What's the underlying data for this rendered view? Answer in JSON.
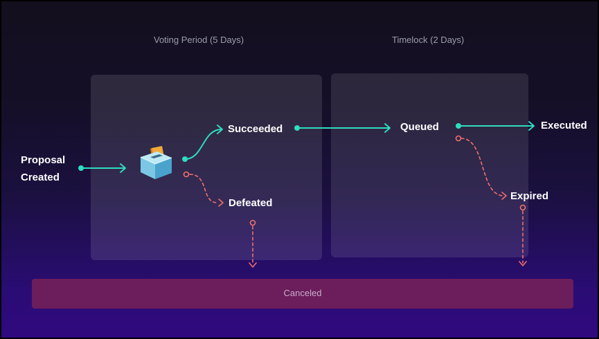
{
  "periods": {
    "voting": "Voting Period (5 Days)",
    "timelock": "Timelock (2 Days)"
  },
  "states": {
    "proposal_line1": "Proposal",
    "proposal_line2": "Created",
    "succeeded": "Succeeded",
    "defeated": "Defeated",
    "queued": "Queued",
    "executed": "Executed",
    "expired": "Expired"
  },
  "canceled": "Canceled",
  "icons": {
    "ballot": "ballot-box-icon"
  },
  "colors": {
    "success_path": "#2fdcc0",
    "failure_path": "#f0706e",
    "canceled_bar": "#6c1d5c"
  }
}
